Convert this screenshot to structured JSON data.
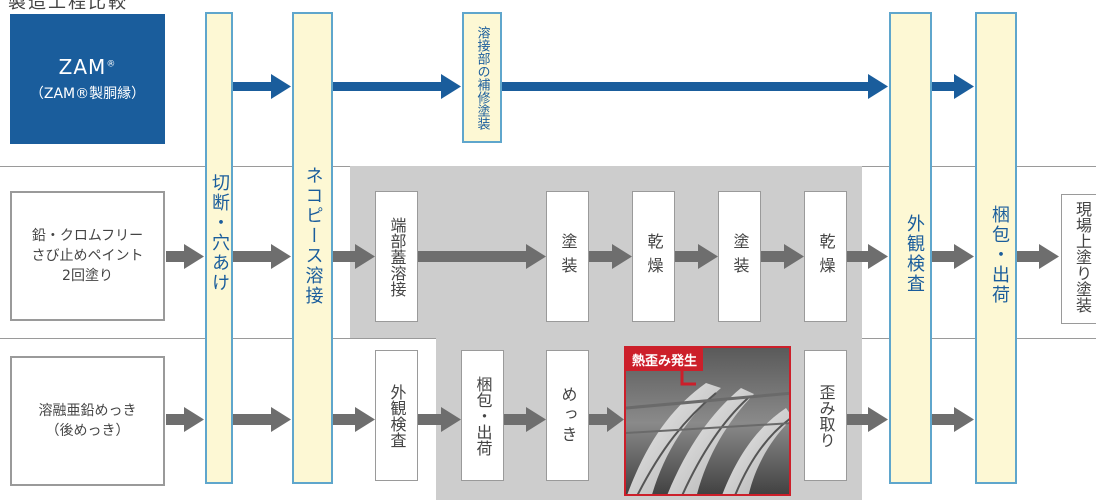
{
  "heading": "製造工程比較",
  "rows": {
    "zam": {
      "title": "ZAM",
      "mark": "®",
      "sub": "（ZAM®製胴縁）"
    },
    "paint": {
      "lines": [
        "鉛・クロムフリー",
        "さび止めペイント",
        "2回塗り"
      ]
    },
    "galv": {
      "lines": [
        "溶融亜鉛めっき",
        "（後めっき）"
      ]
    }
  },
  "columns": {
    "cut": "切断・穴あけ",
    "weld": "ネコピース溶接",
    "repair": "溶接部の補修塗装",
    "inspect": "外観検査",
    "pack": "梱包・出荷",
    "site": "現場上塗り塗装"
  },
  "paint_steps": [
    "端部蓋溶接",
    "塗装",
    "乾燥",
    "塗装",
    "乾燥"
  ],
  "galv_steps": [
    "外観検査",
    "梱包・出荷",
    "めっき",
    "歪み取り"
  ],
  "photo_label": "熱歪み発生",
  "colors": {
    "blue": "#1a5d9c",
    "gray_arrow": "#6e6e6e",
    "red": "#cc1f2a",
    "cream": "#fdf8d4"
  }
}
